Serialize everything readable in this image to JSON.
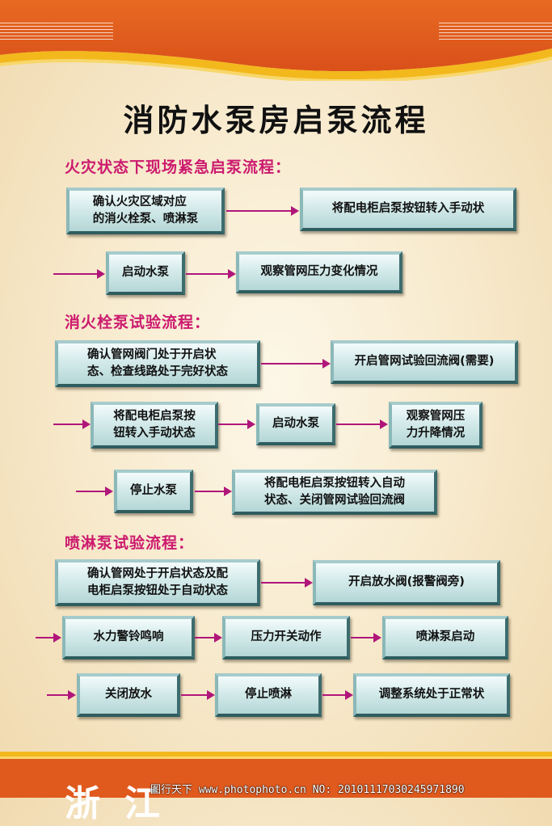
{
  "title": "消防水泵房启泵流程",
  "sections": [
    {
      "heading": "火灾状态下现场紧急启泵流程：",
      "steps": [
        "确认火灾区域对应\n的消火栓泵、喷淋泵",
        "将配电柜启泵按钮转入手动状",
        "启动水泵",
        "观察管网压力变化情况"
      ]
    },
    {
      "heading": "消火栓泵试验流程：",
      "steps": [
        "确认管网阀门处于开启状\n态、检查线路处于完好状态",
        "开启管网试验回流阀(需要)",
        "将配电柜启泵按\n钮转入手动状态",
        "启动水泵",
        "观察管网压\n力升降情况",
        "停止水泵",
        "将配电柜启泵按钮转入自动\n状态、关闭管网试验回流阀"
      ]
    },
    {
      "heading": "喷淋泵试验流程：",
      "steps": [
        "确认管网处于开启状态及配\n电柜启泵按钮处于自动状态",
        "开启放水阀(报警阀旁)",
        "水力警铃鸣响",
        "压力开关动作",
        "喷淋泵启动",
        "关闭放水",
        "停止喷淋",
        "调整系统处于正常状"
      ]
    }
  ],
  "footer": {
    "org_text": "浙江",
    "watermark": "图行天下 www.photophoto.cn NO: 20101117030245971890"
  },
  "colors": {
    "heading": "#cc1a6e",
    "arrow": "#b0167a",
    "band": "#e05a1e",
    "box_border": "#5f9496"
  }
}
